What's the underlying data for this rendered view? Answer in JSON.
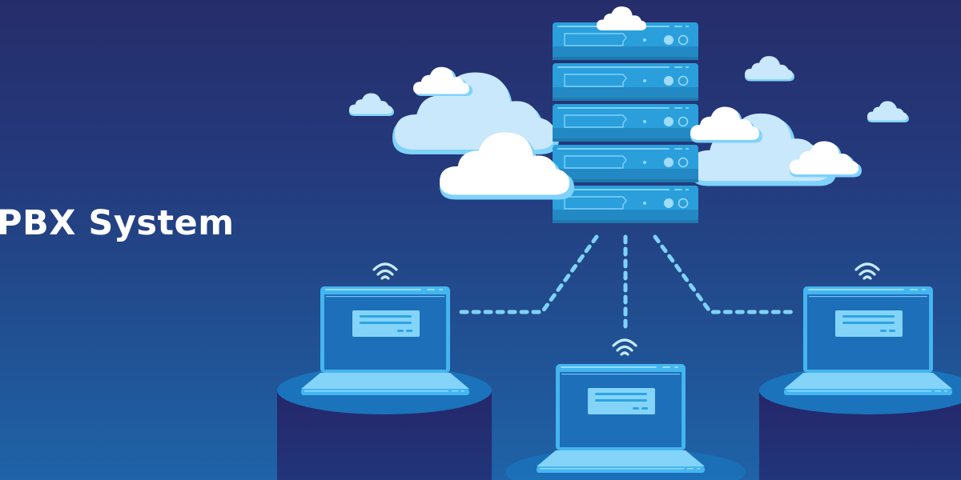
{
  "banner": {
    "title": "PBX System"
  },
  "illustration": {
    "server_rack": {
      "units": 5
    },
    "clients": [
      {
        "id": "left-laptop",
        "icon": "laptop-icon",
        "signal": "wifi-icon"
      },
      {
        "id": "center-laptop",
        "icon": "laptop-icon",
        "signal": "wifi-icon"
      },
      {
        "id": "right-laptop",
        "icon": "laptop-icon",
        "signal": "wifi-icon"
      }
    ],
    "connections": [
      "server-to-left",
      "server-to-center",
      "server-to-right"
    ]
  },
  "colors": {
    "bg_top": "#262d6b",
    "bg_bottom": "#1f63a8",
    "server": "#2a9fdc",
    "server_dark": "#1f86c0",
    "server_accent": "#7fd2fb",
    "cloud_white": "#ffffff",
    "cloud_light": "#c9e8fb",
    "cloud_edge": "#7fd2fb",
    "laptop_frame": "#45b5ef",
    "laptop_screen": "#1c6fb8",
    "laptop_base": "#84d4fa",
    "pedestal_top": "#1a73bb",
    "pedestal_body": "#242a6a",
    "dashes": "#7fd2fb"
  }
}
